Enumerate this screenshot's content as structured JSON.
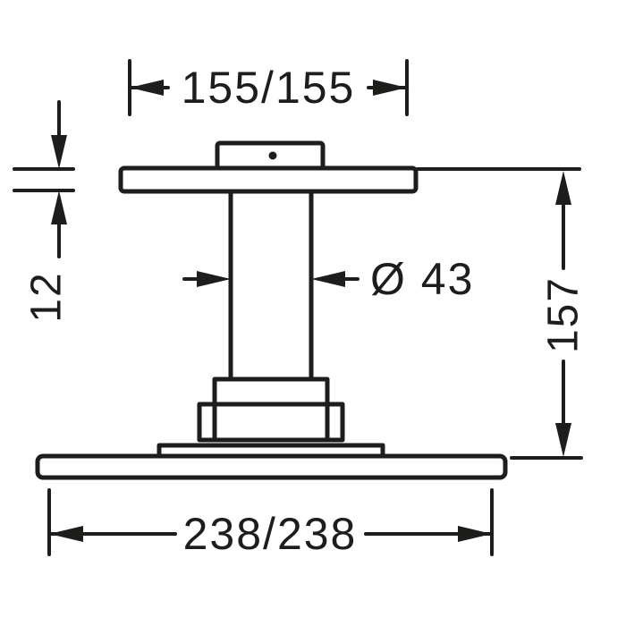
{
  "colors": {
    "background": "#ffffff",
    "line": "#1d1d1b"
  },
  "drawing": {
    "type": "technical-dimension-drawing",
    "labels": {
      "top_width": "155/155",
      "plate_thickness": "12",
      "pipe_diameter": "Ø 43",
      "height": "157",
      "bottom_width": "238/238"
    }
  }
}
